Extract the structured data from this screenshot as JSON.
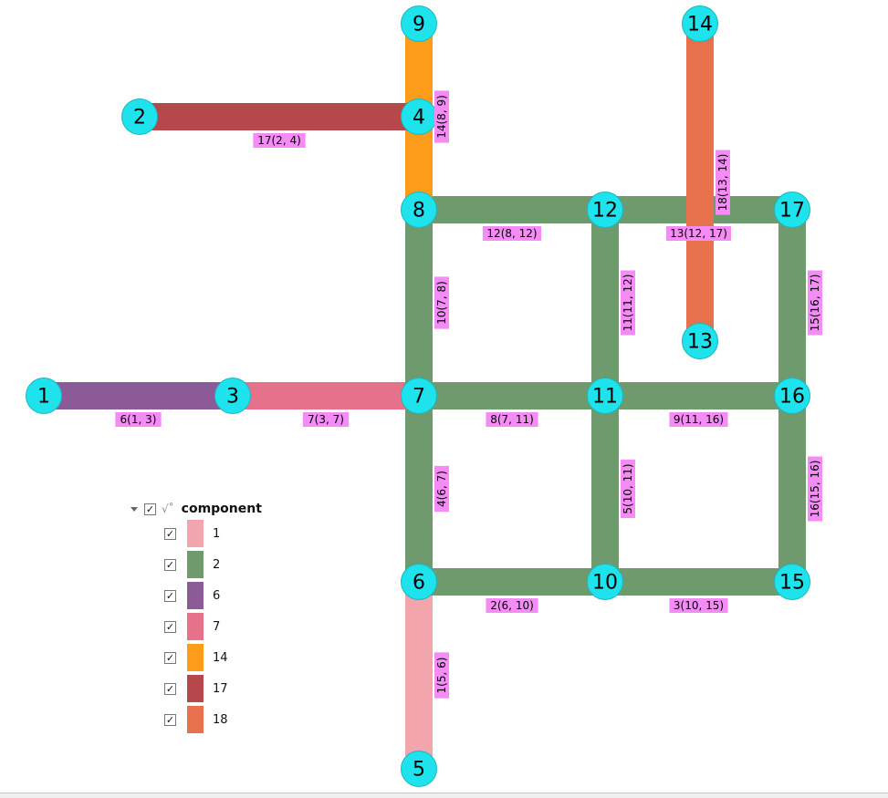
{
  "legend": {
    "title": "component",
    "items": [
      {
        "label": "1",
        "color": "#f2a5ad"
      },
      {
        "label": "2",
        "color": "#6f9a6d"
      },
      {
        "label": "6",
        "color": "#8b5a97"
      },
      {
        "label": "7",
        "color": "#e6718a"
      },
      {
        "label": "14",
        "color": "#fd9b1a"
      },
      {
        "label": "17",
        "color": "#b5484b"
      },
      {
        "label": "18",
        "color": "#e6714a"
      }
    ]
  },
  "colors": {
    "node": "#1ee2ec",
    "label_bg": "#f38cf5"
  },
  "nodes": [
    "1",
    "2",
    "3",
    "4",
    "5",
    "6",
    "7",
    "8",
    "9",
    "10",
    "11",
    "12",
    "13",
    "14",
    "15",
    "16",
    "17"
  ],
  "edges": [
    {
      "label": "1(5, 6)",
      "from": "5",
      "to": "6",
      "component": "1"
    },
    {
      "label": "2(6, 10)",
      "from": "6",
      "to": "10",
      "component": "2"
    },
    {
      "label": "3(10, 15)",
      "from": "10",
      "to": "15",
      "component": "2"
    },
    {
      "label": "4(6, 7)",
      "from": "6",
      "to": "7",
      "component": "2"
    },
    {
      "label": "5(10, 11)",
      "from": "10",
      "to": "11",
      "component": "2"
    },
    {
      "label": "6(1, 3)",
      "from": "1",
      "to": "3",
      "component": "6"
    },
    {
      "label": "7(3, 7)",
      "from": "3",
      "to": "7",
      "component": "7"
    },
    {
      "label": "8(7, 11)",
      "from": "7",
      "to": "11",
      "component": "2"
    },
    {
      "label": "9(11, 16)",
      "from": "11",
      "to": "16",
      "component": "2"
    },
    {
      "label": "10(7, 8)",
      "from": "7",
      "to": "8",
      "component": "2"
    },
    {
      "label": "11(11, 12)",
      "from": "11",
      "to": "12",
      "component": "2"
    },
    {
      "label": "12(8, 12)",
      "from": "8",
      "to": "12",
      "component": "2"
    },
    {
      "label": "13(12, 17)",
      "from": "12",
      "to": "17",
      "component": "2"
    },
    {
      "label": "14(8, 9)",
      "from": "8",
      "to": "9",
      "component": "14"
    },
    {
      "label": "15(16, 17)",
      "from": "16",
      "to": "17",
      "component": "2"
    },
    {
      "label": "16(15, 16)",
      "from": "15",
      "to": "16",
      "component": "2"
    },
    {
      "label": "17(2, 4)",
      "from": "2",
      "to": "4",
      "component": "17"
    },
    {
      "label": "18(13, 14)",
      "from": "13",
      "to": "14",
      "component": "18"
    }
  ]
}
